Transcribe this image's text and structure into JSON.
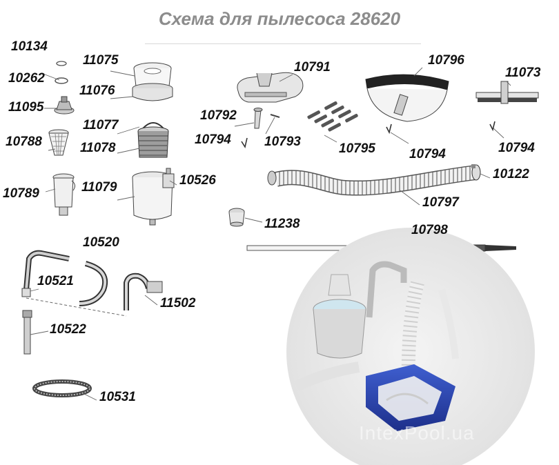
{
  "title": "Схема для пылесоса 28620",
  "watermark": "IntexPool.ua",
  "parts": [
    {
      "id": "p10134",
      "label": "10134"
    },
    {
      "id": "p10262",
      "label": "10262"
    },
    {
      "id": "p11095",
      "label": "11095"
    },
    {
      "id": "p10788",
      "label": "10788"
    },
    {
      "id": "p10789",
      "label": "10789"
    },
    {
      "id": "p11075",
      "label": "11075"
    },
    {
      "id": "p11076",
      "label": "11076"
    },
    {
      "id": "p11077",
      "label": "11077"
    },
    {
      "id": "p11078",
      "label": "11078"
    },
    {
      "id": "p11079",
      "label": "11079"
    },
    {
      "id": "p10526",
      "label": "10526"
    },
    {
      "id": "p10791",
      "label": "10791"
    },
    {
      "id": "p10792",
      "label": "10792"
    },
    {
      "id": "p10794a",
      "label": "10794"
    },
    {
      "id": "p10793",
      "label": "10793"
    },
    {
      "id": "p10795",
      "label": "10795"
    },
    {
      "id": "p10796",
      "label": "10796"
    },
    {
      "id": "p10794b",
      "label": "10794"
    },
    {
      "id": "p11073",
      "label": "11073"
    },
    {
      "id": "p10794c",
      "label": "10794"
    },
    {
      "id": "p10122",
      "label": "10122"
    },
    {
      "id": "p10797",
      "label": "10797"
    },
    {
      "id": "p11238",
      "label": "11238"
    },
    {
      "id": "p10798",
      "label": "10798"
    },
    {
      "id": "p10520",
      "label": "10520"
    },
    {
      "id": "p10521",
      "label": "10521"
    },
    {
      "id": "p11502",
      "label": "11502"
    },
    {
      "id": "p10522",
      "label": "10522"
    },
    {
      "id": "p10531",
      "label": "10531"
    }
  ]
}
